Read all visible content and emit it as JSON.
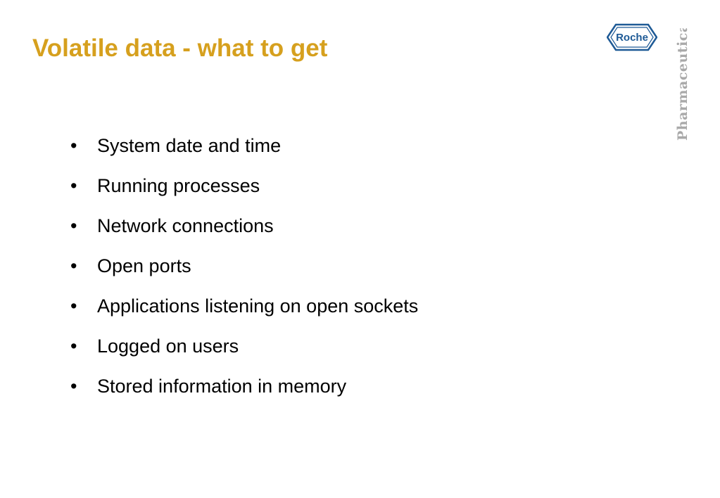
{
  "slide": {
    "title": "Volatile data - what to get",
    "title_color": "#d6a01e",
    "logo": {
      "text": "Roche",
      "color": "#1e5a96"
    },
    "division_label": "Pharmaceuticals",
    "division_color": "#a9a9a9",
    "bullet_symbol": "•",
    "bullets": [
      "System date and time",
      "Running processes",
      "Network connections",
      "Open ports",
      "Applications listening on open sockets",
      "Logged on users",
      "Stored information in memory"
    ]
  }
}
